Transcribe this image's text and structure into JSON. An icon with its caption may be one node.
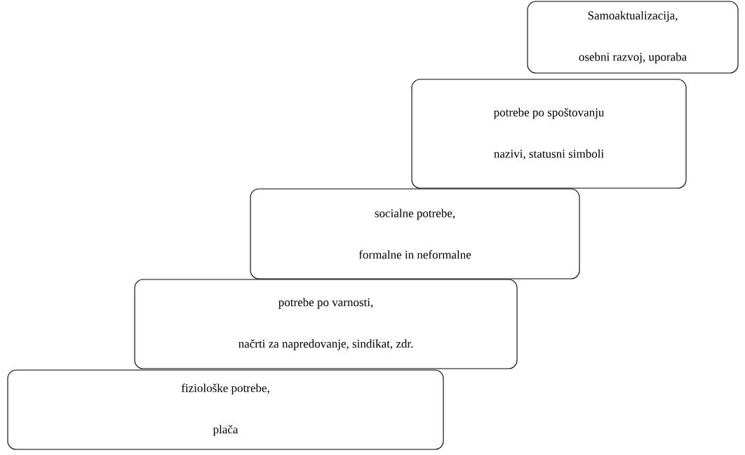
{
  "diagram": {
    "nodes": [
      {
        "text": [
          "Samoaktualizacija,",
          "osebni razvoj, uporaba"
        ]
      },
      {
        "text": [
          "potrebe po spoštovanju",
          "nazivi, statusni simboli"
        ]
      },
      {
        "text": [
          "socialne potrebe,",
          "formalne in neformalne"
        ]
      },
      {
        "text": [
          "potrebe po varnosti,",
          "načrti za napredovanje, sindikat, zdr."
        ]
      },
      {
        "text": [
          "fiziološke potrebe,",
          "plača"
        ]
      }
    ]
  }
}
